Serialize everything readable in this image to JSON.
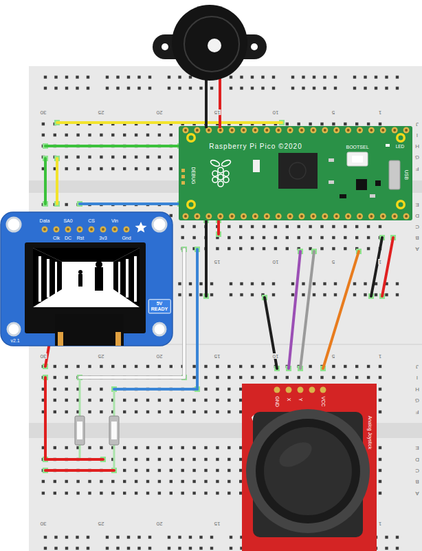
{
  "diagram": {
    "nodes": [
      {
        "text": [
          "Raspberry Pi Pico ©2020",
          "BOOTSEL",
          "LED",
          "DEBUG",
          "USB"
        ]
      },
      {
        "text": [
          "Data",
          "SA0",
          "CS",
          "Vin",
          "Clk",
          "DC",
          "Rst",
          "3v3",
          "Gnd",
          "5V READY",
          "v2.1"
        ]
      },
      {
        "text": [
          "GND",
          "X",
          "Y",
          "VCC",
          "Analog Joystick"
        ]
      }
    ],
    "labels": [
      "30",
      "25",
      "20",
      "15",
      "10",
      "5",
      "1",
      "J",
      "I",
      "H",
      "G",
      "F",
      "E",
      "D",
      "C",
      "B",
      "A",
      "15",
      "10",
      "5",
      "1",
      "30",
      "25",
      "20",
      "15",
      "10",
      "5",
      "1",
      "J",
      "I",
      "H",
      "G",
      "F",
      "E",
      "D",
      "C",
      "B",
      "A",
      "30",
      "25",
      "20",
      "15",
      "1"
    ]
  }
}
